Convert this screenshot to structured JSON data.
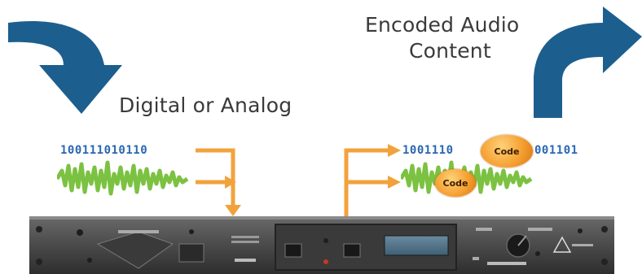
{
  "labels": {
    "input_type": "Digital or Analog",
    "output_line1": "Encoded Audio",
    "output_line2": "Content"
  },
  "bitstreams": {
    "input": "100111010110",
    "output_left": "1001110",
    "output_right": "001101"
  },
  "badges": {
    "code_top": "Code",
    "code_wave": "Code"
  },
  "colors": {
    "arrow_blue": "#1c5f8f",
    "arrow_orange": "#f2a23c",
    "bits_blue": "#2a67b3",
    "wave_green": "#7cc242",
    "device_body": "#4d4d4d"
  }
}
